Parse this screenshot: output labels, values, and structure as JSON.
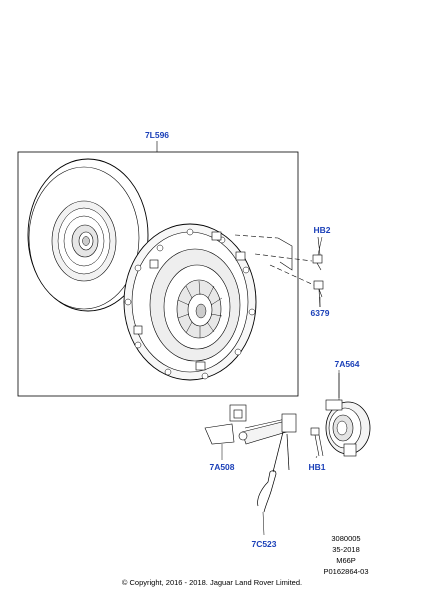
{
  "labels": {
    "clutch_disc_flywheel": "7L596",
    "bolt_top": "HB2",
    "bolt_bottom": "6379",
    "release_bearing": "7A564",
    "hydraulic_line": "7A508",
    "bearing_bolt": "HB1",
    "retaining_clip": "7C523"
  },
  "reference": {
    "line1": "3080005",
    "line2": "35-2018",
    "line3": "M66P",
    "line4": "P0162864-03"
  },
  "copyright": "© Copyright, 2016 - 2018. Jaguar Land Rover Limited."
}
